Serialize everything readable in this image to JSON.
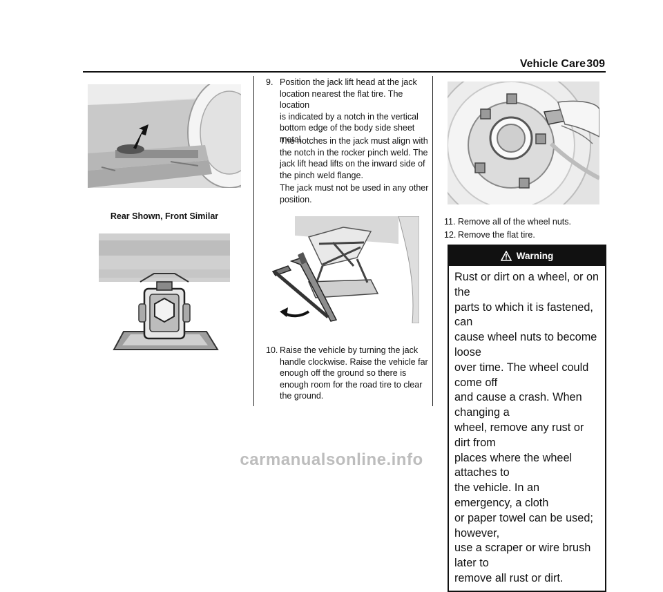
{
  "header": {
    "section": "Vehicle Care",
    "page": "309"
  },
  "left": {
    "figure1_caption": "Rear Shown, Front Similar"
  },
  "middle": {
    "step9": {
      "number": "9.",
      "lines": [
        "Position the jack lift head at the jack",
        "location nearest the flat tire. The location",
        "is indicated by a notch in the vertical",
        "bottom edge of the body side sheet",
        "metal."
      ]
    },
    "para1": [
      "The notches in the jack must align with",
      "the notch in the rocker pinch weld. The",
      "jack lift head lifts on the inward side of",
      "the pinch weld flange."
    ],
    "para2": [
      "The jack must not be used in any other",
      "position."
    ],
    "step10": {
      "number": "10.",
      "lines": [
        "Raise the vehicle by turning the jack",
        "handle clockwise. Raise the vehicle far",
        "enough off the ground so there is",
        "enough room for the road tire to clear",
        "the ground."
      ]
    }
  },
  "right": {
    "step11": {
      "number": "11.",
      "text": "Remove all of the wheel nuts."
    },
    "step12": {
      "number": "12.",
      "text": "Remove the flat tire."
    },
    "warning": {
      "icon": "warning-triangle-icon",
      "title": "Warning",
      "lines": [
        "Rust or dirt on a wheel, or on the",
        "parts to which it is fastened, can",
        "cause wheel nuts to become loose",
        "over time. The wheel could come off",
        "and cause a crash. When changing a",
        "wheel, remove any rust or dirt from",
        "places where the wheel attaches to",
        "the vehicle. In an emergency, a cloth",
        "or paper towel can be used; however,",
        "use a scraper or wire brush later to",
        "remove all rust or dirt."
      ]
    }
  },
  "watermark": "carmanualsonline.info"
}
